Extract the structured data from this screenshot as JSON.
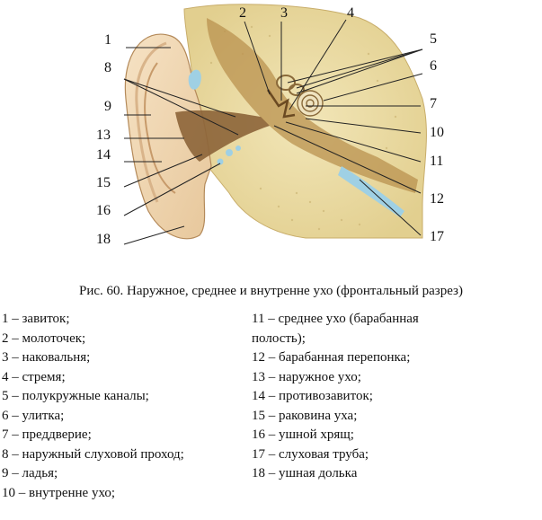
{
  "labels": [
    "1",
    "2",
    "3",
    "4",
    "5",
    "6",
    "7",
    "8",
    "9",
    "10",
    "11",
    "12",
    "13",
    "14",
    "15",
    "16",
    "17",
    "18"
  ],
  "caption": "Рис. 60. Наружное, среднее и внутренне ухо (фронтальный разрез)",
  "legend_left": [
    "1 – завиток;",
    "2 – молоточек;",
    "3 – наковальня;",
    "4 – стремя;",
    "5 – полукружные каналы;",
    "6 – улитка;",
    "7 – преддверие;",
    "8 – наружный слуховой проход;",
    "9 – ладья;",
    "10 – внутренне ухо;"
  ],
  "legend_right": [
    "11 – среднее ухо (барабанная",
    "полость);",
    "12 – барабанная перепонка;",
    "13 – наружное ухо;",
    "14 – противозавиток;",
    "15 – раковина уха;",
    "16 – ушной хрящ;",
    "17 – слуховая труба;",
    "18 – ушная долька"
  ]
}
